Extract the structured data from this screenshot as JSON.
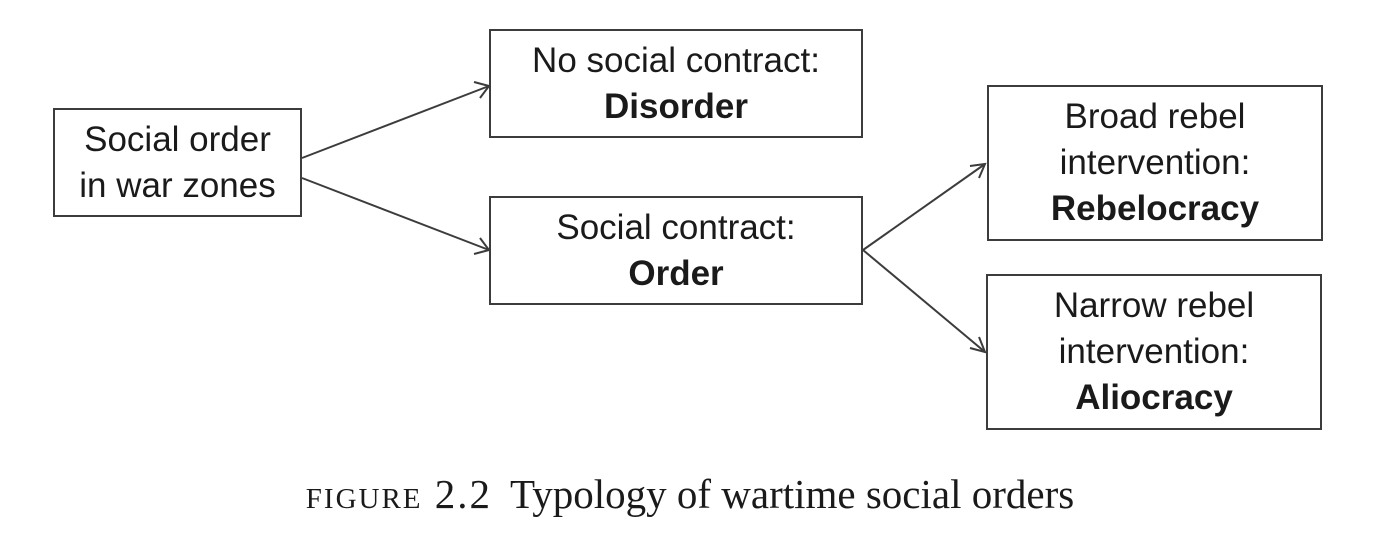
{
  "diagram": {
    "root": {
      "lines": [
        "Social order",
        "in war zones"
      ]
    },
    "no_contract": {
      "lines": [
        "No social contract:"
      ],
      "term": "Disorder"
    },
    "contract": {
      "lines": [
        "Social contract:"
      ],
      "term": "Order"
    },
    "broad": {
      "lines": [
        "Broad rebel",
        "intervention:"
      ],
      "term": "Rebelocracy"
    },
    "narrow": {
      "lines": [
        "Narrow rebel",
        "intervention:"
      ],
      "term": "Aliocracy"
    }
  },
  "caption": {
    "label": "figure 2.2",
    "title": "Typology of wartime social orders"
  }
}
